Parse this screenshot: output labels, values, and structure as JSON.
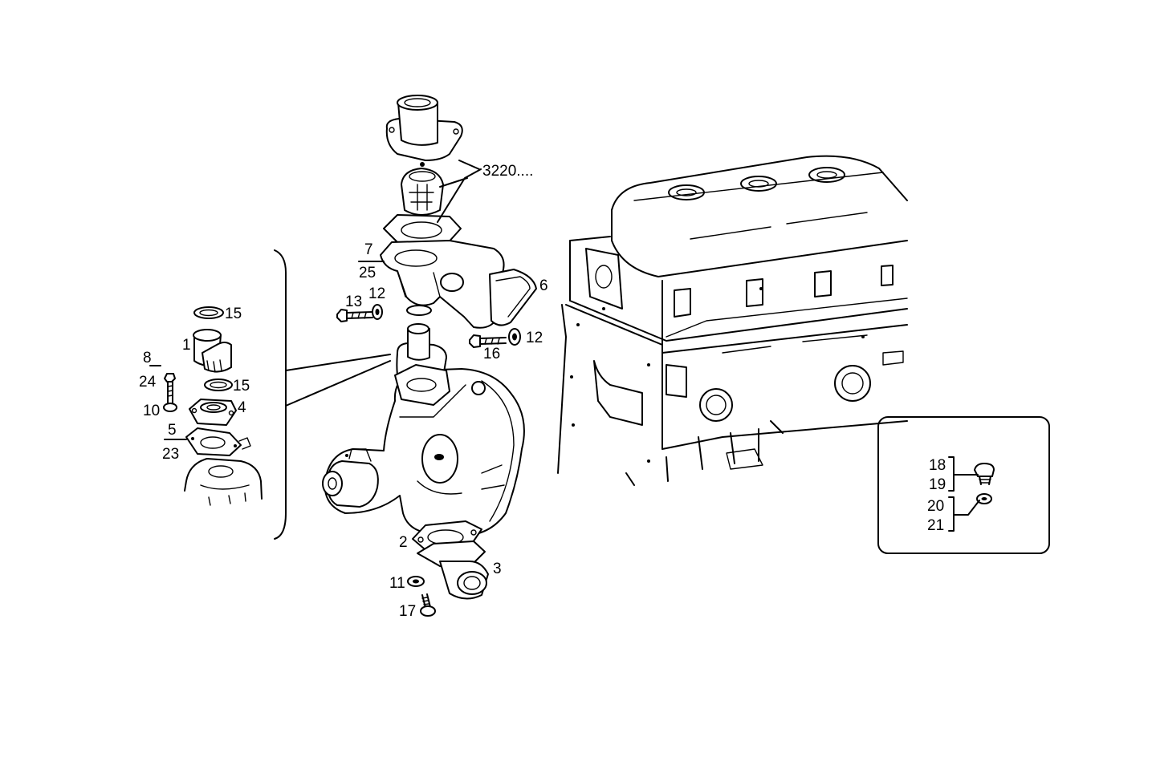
{
  "labels": {
    "ref_3220": "3220....",
    "p7": "7",
    "p25": "25",
    "p6": "6",
    "p13": "13",
    "p12a": "12",
    "p12b": "12",
    "p16": "16",
    "p15a": "15",
    "p1": "1",
    "p15b": "15",
    "p8": "8",
    "p24": "24",
    "p10": "10",
    "p4": "4",
    "p5": "5",
    "p23": "23",
    "p2": "2",
    "p3": "3",
    "p11": "11",
    "p17": "17",
    "p18": "18",
    "p19": "19",
    "p20": "20",
    "p21": "21"
  }
}
